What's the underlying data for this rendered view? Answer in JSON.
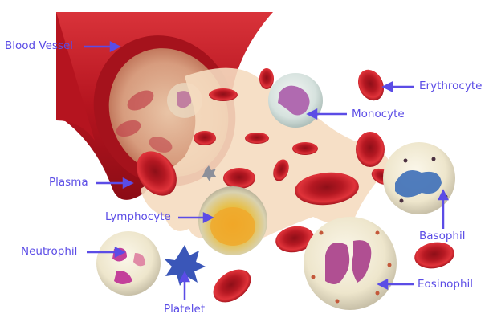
{
  "labels": {
    "blood_vessel": "Blood Vessel",
    "erythrocyte": "Erythrocyte",
    "monocyte": "Monocyte",
    "plasma": "Plasma",
    "lymphocyte": "Lymphocyte",
    "basophil": "Basophil",
    "neutrophil": "Neutrophil",
    "platelet": "Platelet",
    "eosinophil": "Eosinophil"
  },
  "colors": {
    "label_text": "#5b4ce6",
    "pointer": "#5b4ce6",
    "vessel": "#c8202a",
    "plasma": "#f5dcc0",
    "red_cell": "#c81e2a"
  }
}
